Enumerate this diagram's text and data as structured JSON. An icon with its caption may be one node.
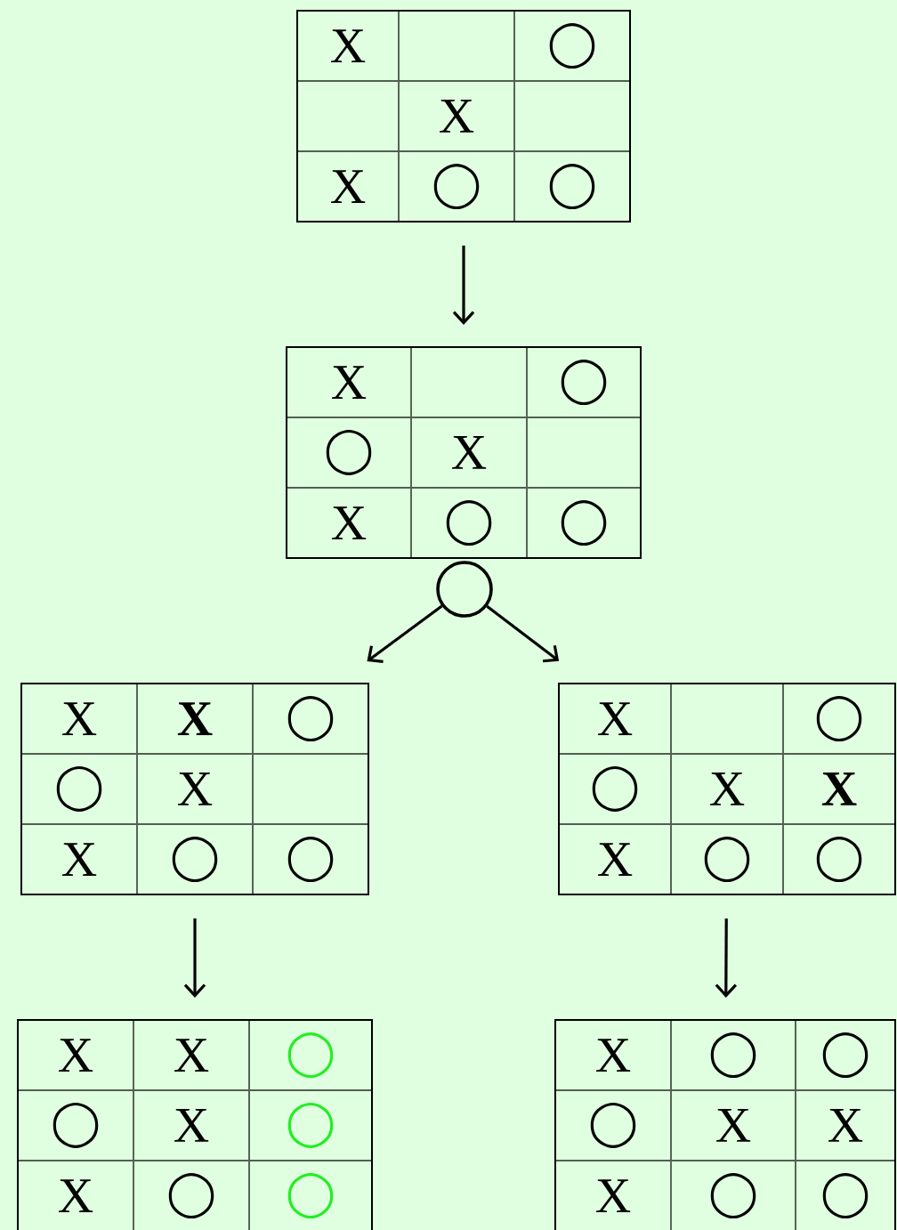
{
  "diagram": {
    "nodes": [
      {
        "text": [],
        "shape": "box"
      },
      {
        "text": [
          "X"
        ],
        "in": 0
      },
      {
        "text": [],
        "shape": "box",
        "in": 0
      },
      {
        "text": [
          "◯"
        ],
        "in": 0
      },
      {
        "text": [],
        "shape": "box",
        "in": 0
      },
      {
        "text": [
          "X"
        ],
        "in": 0
      },
      {
        "text": [],
        "shape": "box",
        "in": 0
      },
      {
        "text": [
          "X"
        ],
        "in": 0
      },
      {
        "text": [
          "◯"
        ],
        "in": 0
      },
      {
        "text": [
          "◯"
        ],
        "in": 0
      },
      {
        "text": [],
        "shape": "box"
      },
      {
        "text": [
          "X"
        ],
        "in": 10
      },
      {
        "text": [],
        "shape": "box",
        "in": 10
      },
      {
        "text": [
          "◯"
        ],
        "in": 10
      },
      {
        "text": [
          "◯"
        ],
        "in": 10
      },
      {
        "text": [
          "X"
        ],
        "in": 10
      },
      {
        "text": [],
        "shape": "box",
        "in": 10
      },
      {
        "text": [
          "X"
        ],
        "in": 10
      },
      {
        "text": [
          "◯"
        ],
        "in": 10
      },
      {
        "text": [
          "◯"
        ],
        "in": 10
      },
      {
        "text": [],
        "shape": "circle"
      },
      {
        "text": [],
        "shape": "box"
      },
      {
        "text": [
          "X"
        ],
        "in": 21
      },
      {
        "text": [
          "X"
        ],
        "in": 21
      },
      {
        "text": [
          "◯"
        ],
        "in": 21
      },
      {
        "text": [
          "◯"
        ],
        "in": 21
      },
      {
        "text": [
          "X"
        ],
        "in": 21
      },
      {
        "text": [],
        "shape": "box",
        "in": 21
      },
      {
        "text": [
          "X"
        ],
        "in": 21
      },
      {
        "text": [
          "◯"
        ],
        "in": 21
      },
      {
        "text": [
          "◯"
        ],
        "in": 21
      },
      {
        "text": [],
        "shape": "box"
      },
      {
        "text": [
          "X"
        ],
        "in": 31
      },
      {
        "text": [],
        "shape": "box",
        "in": 31
      },
      {
        "text": [
          "◯"
        ],
        "in": 31
      },
      {
        "text": [
          "◯"
        ],
        "in": 31
      },
      {
        "text": [
          "X"
        ],
        "in": 31
      },
      {
        "text": [
          "X"
        ],
        "in": 31
      },
      {
        "text": [
          "X"
        ],
        "in": 31
      },
      {
        "text": [
          "◯"
        ],
        "in": 31
      },
      {
        "text": [
          "◯"
        ],
        "in": 31
      },
      {
        "text": [],
        "shape": "box"
      },
      {
        "text": [
          "X"
        ],
        "in": 41
      },
      {
        "text": [
          "X"
        ],
        "in": 41
      },
      {
        "text": [
          "◯"
        ],
        "in": 41
      },
      {
        "text": [
          "◯"
        ],
        "in": 41
      },
      {
        "text": [
          "X"
        ],
        "in": 41
      },
      {
        "text": [
          "◯"
        ],
        "in": 41
      },
      {
        "text": [
          "X"
        ],
        "in": 41
      },
      {
        "text": [
          "◯"
        ],
        "in": 41
      },
      {
        "text": [
          "◯"
        ],
        "in": 41
      },
      {
        "text": [],
        "shape": "box"
      },
      {
        "text": [
          "X"
        ],
        "in": 51
      },
      {
        "text": [
          "◯"
        ],
        "in": 51
      },
      {
        "text": [
          "◯"
        ],
        "in": 51
      },
      {
        "text": [
          "◯"
        ],
        "in": 51
      },
      {
        "text": [
          "X"
        ],
        "in": 51
      },
      {
        "text": [
          "X"
        ],
        "in": 51
      },
      {
        "text": [
          "X"
        ],
        "in": 51
      },
      {
        "text": [
          "◯"
        ],
        "in": 51
      },
      {
        "text": [
          "◯"
        ],
        "in": 51
      }
    ],
    "edges": [
      {
        "from": 0,
        "to": 10,
        "arrow": "to"
      },
      {
        "from": 20,
        "to": 21,
        "arrow": "to"
      },
      {
        "from": 20,
        "to": 31,
        "arrow": "to"
      },
      {
        "from": 21,
        "to": 41,
        "arrow": "to"
      },
      {
        "from": 31,
        "to": 51,
        "arrow": "to"
      }
    ]
  }
}
